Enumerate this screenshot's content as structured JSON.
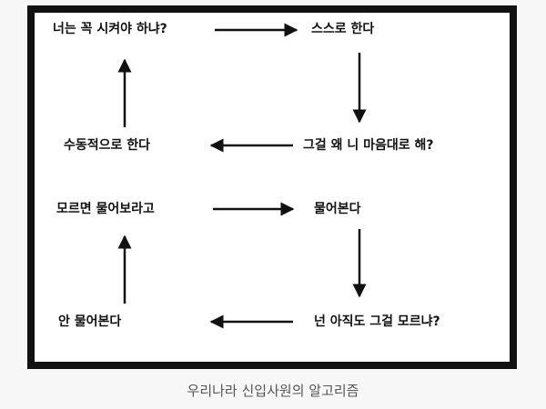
{
  "diagram": {
    "nodes": {
      "top_left": "너는 꼭 시켜야 하냐?",
      "top_right": "스스로 한다",
      "mid_right": "그걸 왜 니 마음대로 해?",
      "mid_left": "수동적으로 한다",
      "lower_left": "모르면 물어보라고",
      "lower_right": "물어본다",
      "bottom_right": "넌 아직도 그걸 모르냐?",
      "bottom_left": "안 물어본다"
    }
  },
  "caption": "우리나라 신입사원의 알고리즘"
}
